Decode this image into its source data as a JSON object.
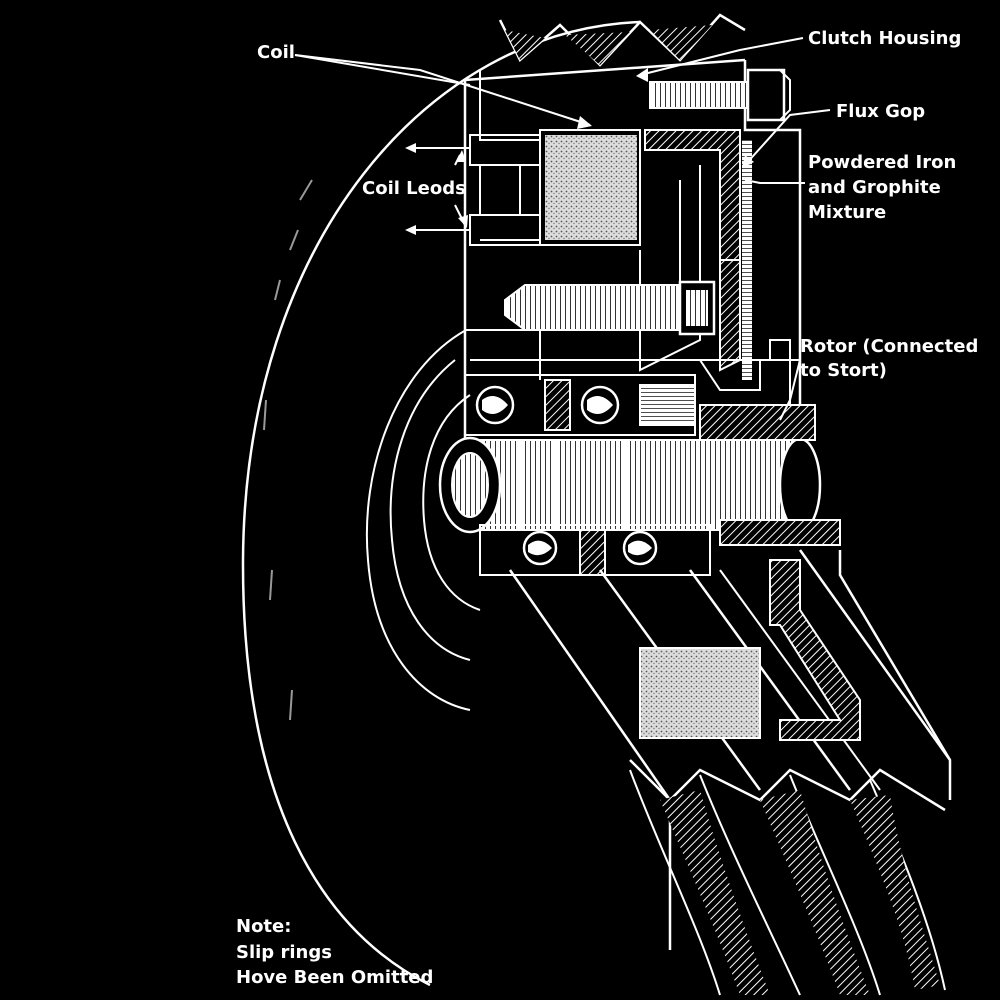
{
  "labels": {
    "coil": "Coil",
    "clutch_housing": "Clutch Housing",
    "flux_gap": "Flux Gop",
    "powdered_line1": "Powdered Iron",
    "powdered_line2": "and Grophite",
    "powdered_line3": "Mixture",
    "coil_leads": "Coil Leods",
    "rotor_line1": "Rotor (Connected",
    "rotor_line2": "to Stort)",
    "note_line1": "Note:",
    "note_line2": "Slip rings",
    "note_line3": "Hove Been Omitted"
  },
  "colors": {
    "background": "#000000",
    "ink": "#ffffff"
  }
}
